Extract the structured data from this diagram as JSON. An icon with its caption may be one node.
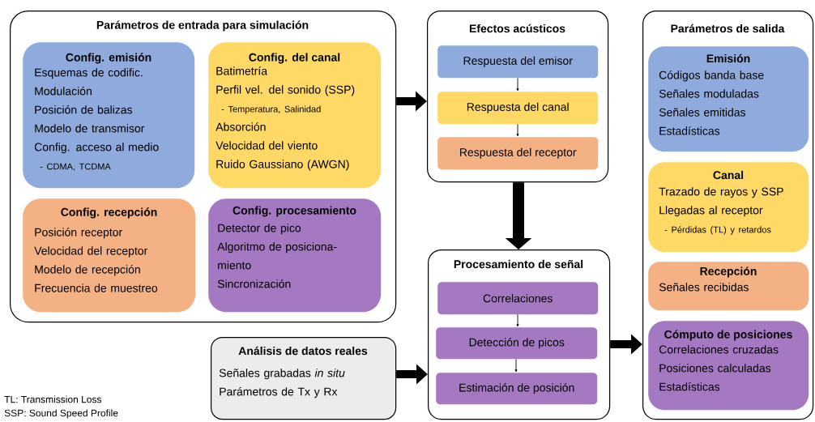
{
  "diagram": {
    "nodes": [
      {
        "text": [
          "Parámetros de entrada para simulación"
        ]
      },
      {
        "text": [
          "Config. emisión",
          "Esquemas de codific.",
          "Modulación",
          "Posición de balizas",
          "Modelo de transmisor",
          "Config. acceso al medio",
          "- CDMA, TCDMA"
        ],
        "in": 0
      },
      {
        "text": [
          "Config. del canal",
          "Batimetría",
          "Perfil vel. del sonido (SSP)",
          "- Temperatura, Salinidad",
          "Absorción",
          "Velocidad del viento",
          "Ruido Gaussiano (AWGN)"
        ],
        "in": 0
      },
      {
        "text": [
          "Config. recepción",
          "Posición receptor",
          "Velocidad del receptor",
          "Modelo de recepción",
          "Frecuencia de muestreo"
        ],
        "in": 0
      },
      {
        "text": [
          "Config. procesamiento",
          "Detector de pico",
          "Algoritmo de posiciona- miento",
          "Sincronización"
        ],
        "in": 0
      },
      {
        "text": [
          "Efectos acústicos"
        ]
      },
      {
        "text": [
          "Respuesta del emisor"
        ],
        "in": 5
      },
      {
        "text": [
          "Respuesta del canal"
        ],
        "in": 5
      },
      {
        "text": [
          "Respuesta del receptor"
        ],
        "in": 5
      },
      {
        "text": [
          "Procesamiento de señal"
        ]
      },
      {
        "text": [
          "Correlaciones"
        ],
        "in": 9
      },
      {
        "text": [
          "Detección de picos"
        ],
        "in": 9
      },
      {
        "text": [
          "Estimación de posición"
        ],
        "in": 9
      },
      {
        "text": [
          "Análisis de datos reales",
          "Señales grabadas *in situ*",
          "Parámetros de Tx y Rx"
        ]
      },
      {
        "text": [
          "Parámetros de salida"
        ]
      },
      {
        "text": [
          "Emisión",
          "Códigos banda base",
          "Señales moduladas",
          "Señales emitidas",
          "Estadísticas"
        ],
        "in": 14
      },
      {
        "text": [
          "Canal",
          "Trazado de rayos y SSP",
          "Llegadas al receptor",
          "- Pérdidas (TL) y retardos"
        ],
        "in": 14
      },
      {
        "text": [
          "Recepción",
          "Señales recibidas"
        ],
        "in": 14
      },
      {
        "text": [
          "Cómputo de posiciones",
          "Correlaciones cruzadas",
          "Posiciones calculadas",
          "Estadísticas"
        ],
        "in": 14
      }
    ],
    "edges": [
      {
        "from": 0,
        "to": 5,
        "arrow": "to",
        "style": "thick"
      },
      {
        "from": 6,
        "to": 7,
        "arrow": "to"
      },
      {
        "from": 7,
        "to": 8,
        "arrow": "to"
      },
      {
        "from": 5,
        "to": 9,
        "arrow": "to",
        "style": "thick"
      },
      {
        "from": 10,
        "to": 11,
        "arrow": "to"
      },
      {
        "from": 11,
        "to": 12,
        "arrow": "to"
      },
      {
        "from": 13,
        "to": 9,
        "arrow": "to",
        "style": "thick"
      },
      {
        "from": 9,
        "to": 14,
        "arrow": "to",
        "style": "thick"
      }
    ],
    "labels": [
      "TL: Transmission Loss",
      "SSP: Sound Speed Profile"
    ]
  }
}
